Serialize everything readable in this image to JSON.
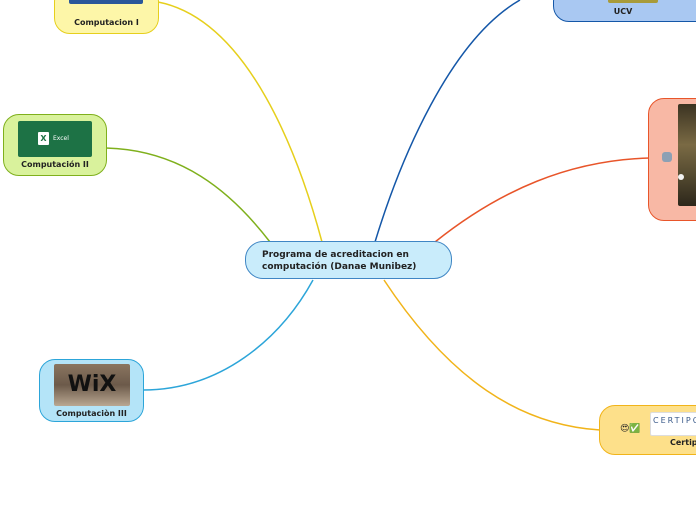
{
  "central": {
    "line1": "Programa de acreditacion en",
    "line2": "computación (Danae Munibez)"
  },
  "nodes": {
    "comp1": {
      "label": "Computacion I",
      "image_icon": "word-logo-icon"
    },
    "comp2": {
      "label": "Computación II",
      "image_icon": "excel-logo-icon",
      "image_text": "Excel"
    },
    "comp3": {
      "label": "Computaciòn III",
      "image_icon": "wix-logo-icon",
      "image_text": "WiX"
    },
    "ucv": {
      "label": "UCV"
    },
    "right_mid": {
      "icon": "robot-icon"
    },
    "certipo": {
      "label": "Certipo",
      "image_text": "CERTIPO",
      "emoji": "😍✅"
    }
  },
  "colors": {
    "yellow_line": "#e6cf1c",
    "green_line": "#7fb01c",
    "blue_line": "#2ca5d9",
    "dark_blue_line": "#1457a8",
    "orange_line": "#e8552a",
    "gold_line": "#f1b41a"
  }
}
